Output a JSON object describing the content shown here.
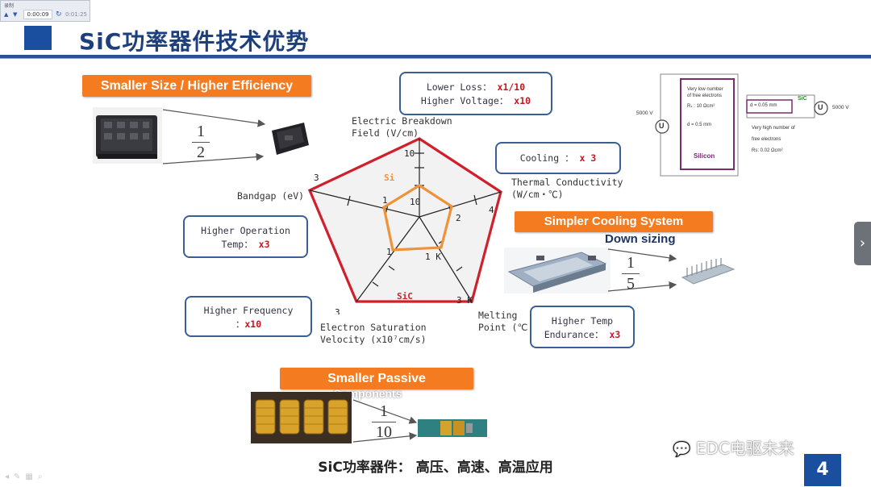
{
  "recorder": {
    "title": "录制",
    "time_elapsed": "0:00:09",
    "time_total": "0:01:25"
  },
  "slide": {
    "title": "SiC功率器件技术优势",
    "page_number": "4",
    "summary": "SiC功率器件： 高压、高速、高温应用",
    "watermark": "EDC电驱未来"
  },
  "features": {
    "smaller_size": {
      "label": "Smaller Size / Higher Efficiency",
      "frac_num": "1",
      "frac_den": "2"
    },
    "cooling_system": {
      "label": "Simpler Cooling System",
      "sublabel": "Down sizing",
      "frac_num": "1",
      "frac_den": "5"
    },
    "smaller_passive": {
      "label": "Smaller Passive",
      "overlay": "Components",
      "frac_num": "1",
      "frac_den": "10"
    }
  },
  "callouts": {
    "loss_voltage": {
      "line1_text": "Lower Loss：",
      "line1_value": "x1/10",
      "line2_text": "Higher Voltage：",
      "line2_value": "x10"
    },
    "cooling": {
      "text": "Cooling ：",
      "value": "x 3"
    },
    "operation_temp": {
      "line1": "Higher Operation",
      "line2_text": "Temp：",
      "value": "x3"
    },
    "frequency": {
      "line1": "Higher Frequency",
      "line2_text": "：",
      "value": "x10"
    },
    "temp_endurance": {
      "line1": "Higher Temp",
      "line2_text": "Endurance：",
      "value": "x3"
    }
  },
  "radar": {
    "axes": {
      "breakdown": {
        "line1": "Electric Breakdown",
        "line2": "Field (V/cm)"
      },
      "thermal": {
        "line1": "Thermal Conductivity",
        "line2": "(W/cm・℃)"
      },
      "melting": {
        "line1": "Melting",
        "line2": "Point (℃"
      },
      "saturation": {
        "line1": "Electron Saturation",
        "line2": "Velocity (x10⁷cm/s)"
      },
      "bandgap": {
        "line1": "Bandgap (eV)"
      }
    },
    "series": {
      "si": "Si",
      "sic": "SiC"
    },
    "tick_labels": {
      "breakdown_outer": "10",
      "breakdown_inner": "10",
      "thermal_outer": "4",
      "thermal_inner": "2",
      "melting_outer": "3 K",
      "melting_inner": "1 K",
      "saturation_outer": "3",
      "saturation_inner": "1",
      "bandgap_outer": "3",
      "bandgap_inner": "1"
    },
    "colors": {
      "si": "#f0923a",
      "sic": "#d0202c"
    }
  },
  "resistance_diagram": {
    "left_voltage": "5000 V",
    "left_note_1": "Very low number",
    "left_note_2": "of free electrons",
    "left_r": "Rₛ : 10 Ωcm²",
    "left_d": "d = 0.5 mm",
    "left_material": "Silicon",
    "right_d": "d = 0.05 mm",
    "right_material": "SiC",
    "right_note_1": "Very high number of",
    "right_note_2": "free electrons",
    "right_r": "Rs: 0.02 Ωcm²",
    "right_voltage": "5000 V",
    "meter_symbol": "U"
  }
}
